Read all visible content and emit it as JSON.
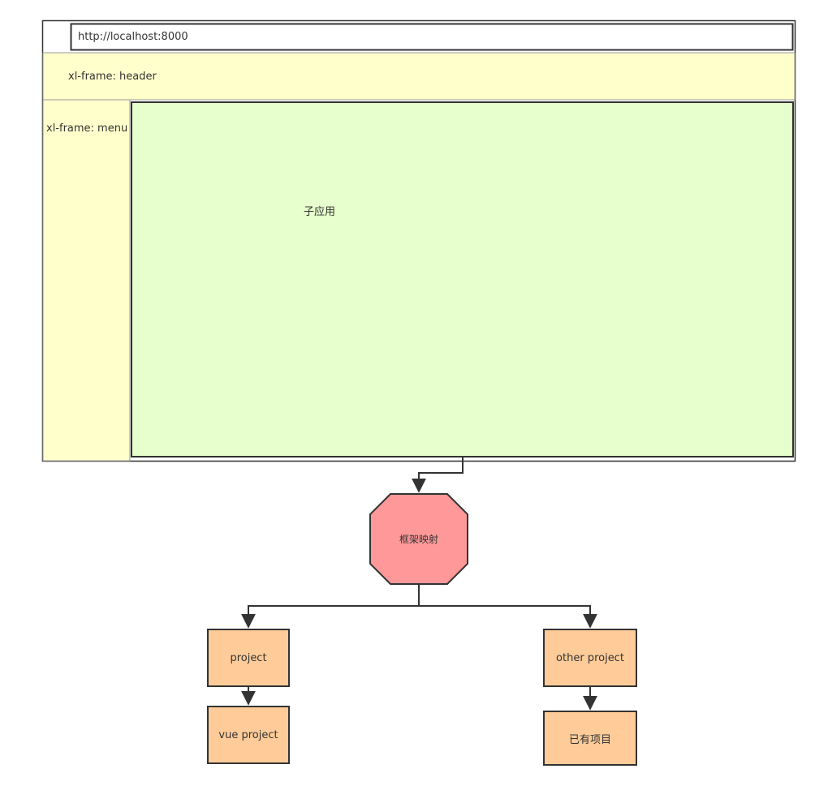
{
  "browser": {
    "address_bar_text": "http://localhost:8000"
  },
  "frame": {
    "header_label": "xl-frame: header",
    "menu_label": "xl-frame: menu",
    "subapp_label": "子应用"
  },
  "mapping": {
    "label": "框架映射"
  },
  "projects": {
    "project_label": "project",
    "vue_project_label": "vue project",
    "other_project_label": "other project",
    "existing_project_label": "已有项目"
  },
  "colors": {
    "outline": "#333333",
    "header_fill": "#ffffcc",
    "subapp_fill": "#e6ffcc",
    "mapping_fill": "#ff9999",
    "project_fill": "#ffcc99"
  }
}
